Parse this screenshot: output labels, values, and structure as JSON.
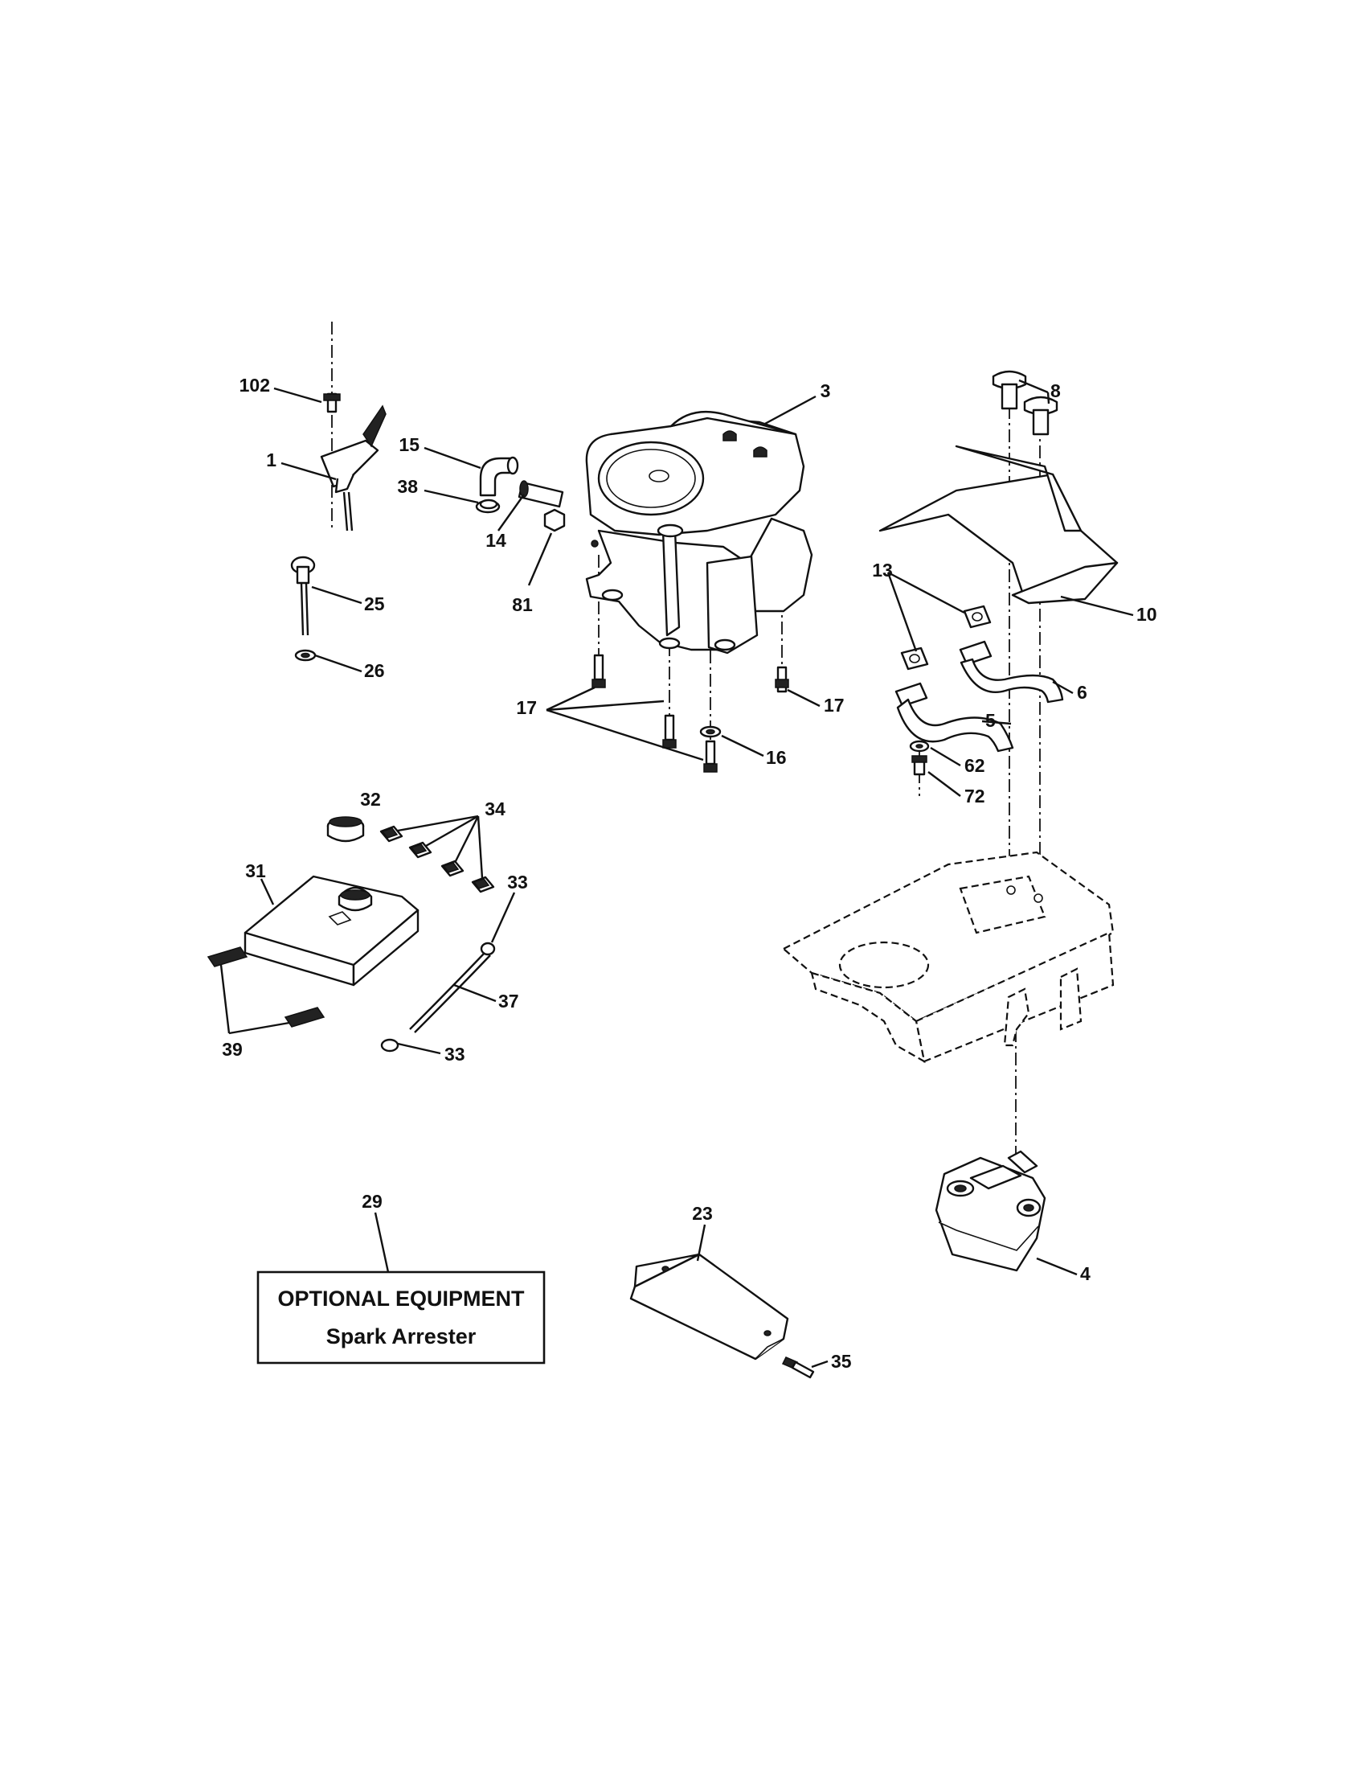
{
  "callouts": [
    "102",
    "1",
    "25",
    "26",
    "15",
    "38",
    "14",
    "81",
    "3",
    "17",
    "17",
    "16",
    "8",
    "10",
    "13",
    "6",
    "5",
    "62",
    "72",
    "32",
    "34",
    "31",
    "33",
    "37",
    "33",
    "39",
    "29",
    "23",
    "35",
    "4"
  ],
  "optional_box": {
    "title": "OPTIONAL EQUIPMENT",
    "subtitle": "Spark Arrester"
  }
}
